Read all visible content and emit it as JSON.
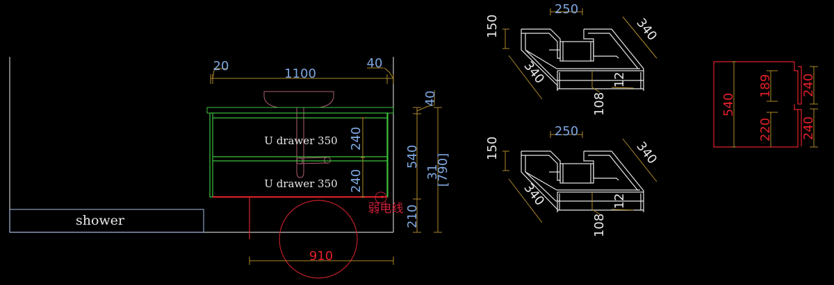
{
  "drawing": {
    "colors": {
      "background": "#000000",
      "wall": "#c8c8c8",
      "cabinet": "#3ec43e",
      "dimension_line": "#b08a2a",
      "dimension_text": "#7ea7e0",
      "red": "#e0202a",
      "sink": "#b06070",
      "iso_white": "#e8e8e8"
    },
    "elevation": {
      "shower_label": "shower",
      "drawer_top_label": "U drawer 350",
      "drawer_bottom_label": "U drawer 350",
      "dim_left_offset": "20",
      "dim_width": "1100",
      "dim_right_offset": "40",
      "dim_drawer_top": "240",
      "dim_drawer_bottom": "240",
      "dim_top_thickness": "40",
      "dim_cabinet_height": "540",
      "dim_floor_gap": "210",
      "dim_total_a": "31",
      "dim_total_b": "[790]",
      "dim_circle": "910",
      "weak_current_label": "弱电线"
    },
    "iso_top": {
      "dim_width": "250",
      "dim_height": "150",
      "dim_depth_left": "340",
      "dim_depth_right": "340",
      "dim_inner": "108",
      "dim_thickness": "12"
    },
    "iso_bottom": {
      "dim_width": "250",
      "dim_height": "150",
      "dim_depth_left": "340",
      "dim_depth_right": "340",
      "dim_inner": "108",
      "dim_thickness": "12"
    },
    "side_section": {
      "dim_total": "540",
      "dim_upper_inner": "189",
      "dim_lower_inner": "220",
      "dim_upper_front": "240",
      "dim_lower_front": "240"
    }
  }
}
